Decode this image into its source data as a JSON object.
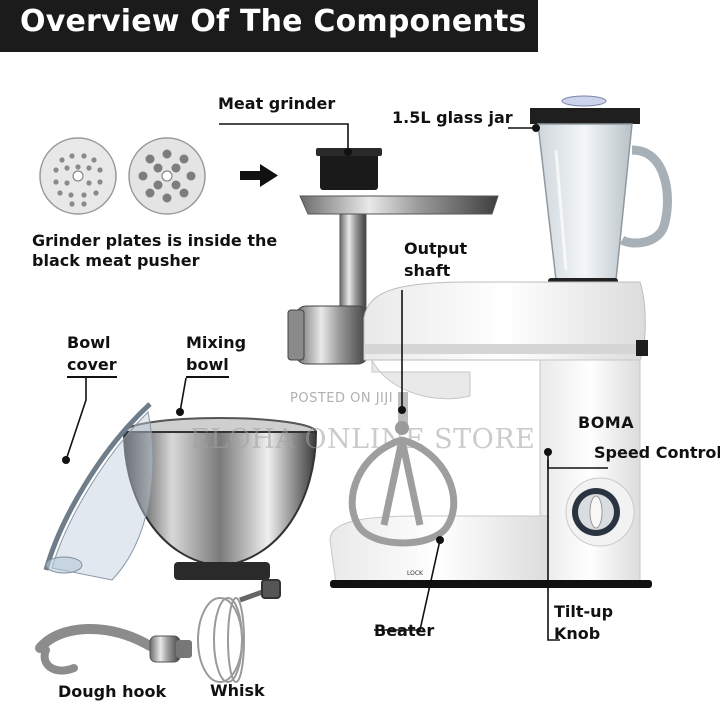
{
  "banner": {
    "title": "Overview Of The Components"
  },
  "labels": {
    "meat_grinder": "Meat grinder",
    "glass_jar": "1.5L glass jar",
    "grinder_plates_line1": "Grinder plates is inside the",
    "grinder_plates_line2": "black meat pusher",
    "output_shaft_line1": "Output",
    "output_shaft_line2": "shaft",
    "bowl_cover_line1": "Bowl",
    "bowl_cover_line2": "cover",
    "mixing_bowl_line1": "Mixing",
    "mixing_bowl_line2": "bowl",
    "speed_control": "Speed Control",
    "tilt_up_line1": "Tilt-up",
    "tilt_up_line2": "Knob",
    "beater": "Beater",
    "dough_hook": "Dough hook",
    "whisk": "Whisk"
  },
  "product": {
    "brand": "BOMA",
    "lock_text": "LOCK"
  },
  "watermark": {
    "line1": "POSTED ON JIJI",
    "line2": "ELOHA ONLINE STORE"
  },
  "colors": {
    "banner_bg": "#1b1b1b",
    "text": "#111111",
    "background": "#ffffff"
  },
  "icons": [
    "grinder-plate-fine-icon",
    "grinder-plate-coarse-icon",
    "right-arrow-icon",
    "callout-dot-icon"
  ]
}
